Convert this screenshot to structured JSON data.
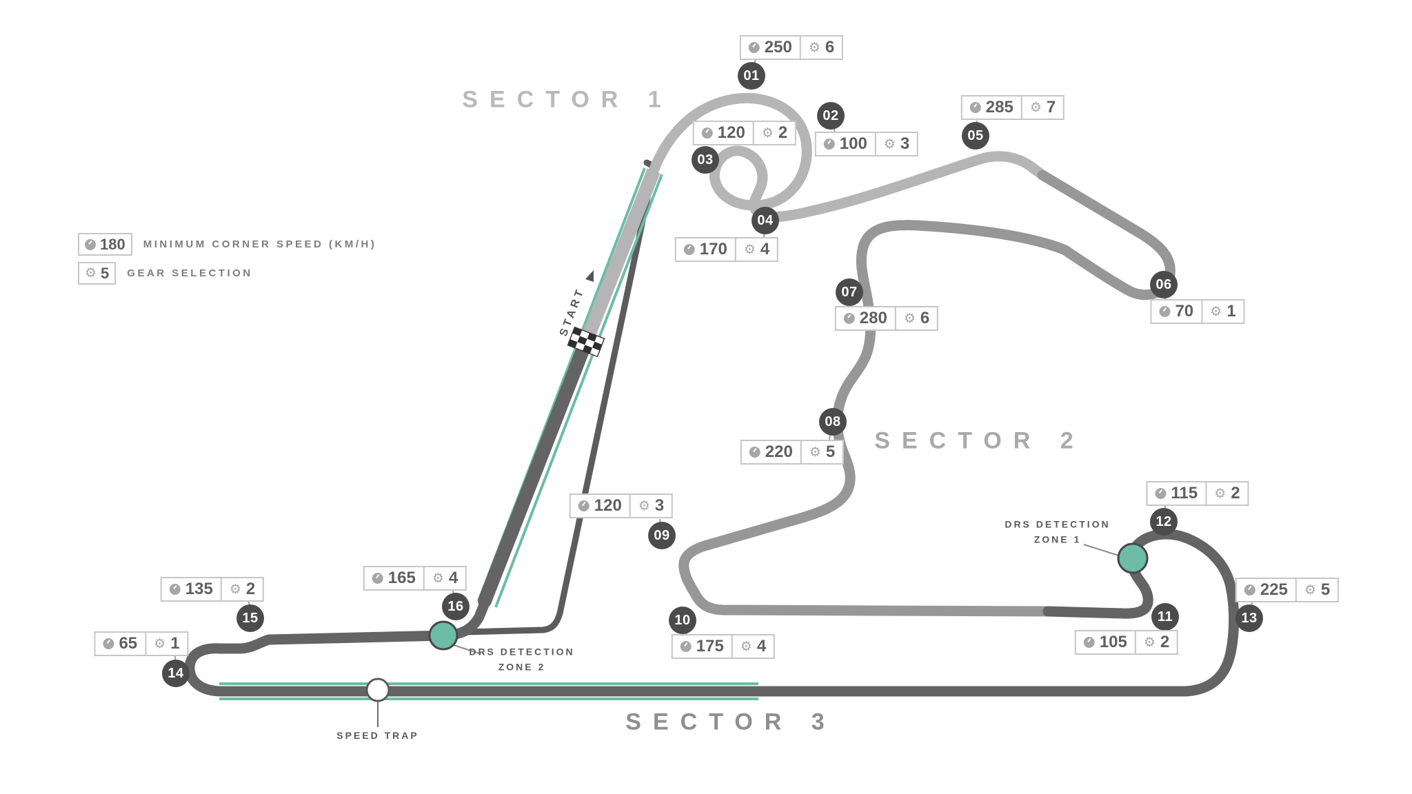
{
  "legend": {
    "speed_example": "180",
    "speed_label": "MINIMUM CORNER SPEED (KM/H)",
    "gear_example": "5",
    "gear_label": "GEAR SELECTION"
  },
  "sectors": [
    {
      "label": "SECTOR 1"
    },
    {
      "label": "SECTOR 2"
    },
    {
      "label": "SECTOR 3"
    }
  ],
  "track": {
    "start_label": "START",
    "speed_trap_label": "SPEED TRAP",
    "drs1_line1": "DRS DETECTION",
    "drs1_line2": "ZONE 1",
    "drs2_line1": "DRS DETECTION",
    "drs2_line2": "ZONE 2"
  },
  "icons": {
    "speed": "speedometer-icon",
    "gear": "gear-icon"
  },
  "colors": {
    "sector1_track": "#b5b5b5",
    "sector2_track": "#979797",
    "sector3_track": "#646464",
    "pit_lane": "#5c5c5c",
    "drs_accent": "#6cbca6",
    "badge": "#4b4b4b",
    "label_text": "#5f5f5f"
  },
  "corners": [
    {
      "number": "01",
      "speed": "250",
      "gear": "6"
    },
    {
      "number": "02",
      "speed": "100",
      "gear": "3"
    },
    {
      "number": "03",
      "speed": "120",
      "gear": "2"
    },
    {
      "number": "04",
      "speed": "170",
      "gear": "4"
    },
    {
      "number": "05",
      "speed": "285",
      "gear": "7"
    },
    {
      "number": "06",
      "speed": "70",
      "gear": "1"
    },
    {
      "number": "07",
      "speed": "280",
      "gear": "6"
    },
    {
      "number": "08",
      "speed": "220",
      "gear": "5"
    },
    {
      "number": "09",
      "speed": "120",
      "gear": "3"
    },
    {
      "number": "10",
      "speed": "175",
      "gear": "4"
    },
    {
      "number": "11",
      "speed": "105",
      "gear": "2"
    },
    {
      "number": "12",
      "speed": "115",
      "gear": "2"
    },
    {
      "number": "13",
      "speed": "225",
      "gear": "5"
    },
    {
      "number": "14",
      "speed": "65",
      "gear": "1"
    },
    {
      "number": "15",
      "speed": "135",
      "gear": "2"
    },
    {
      "number": "16",
      "speed": "165",
      "gear": "4"
    }
  ]
}
